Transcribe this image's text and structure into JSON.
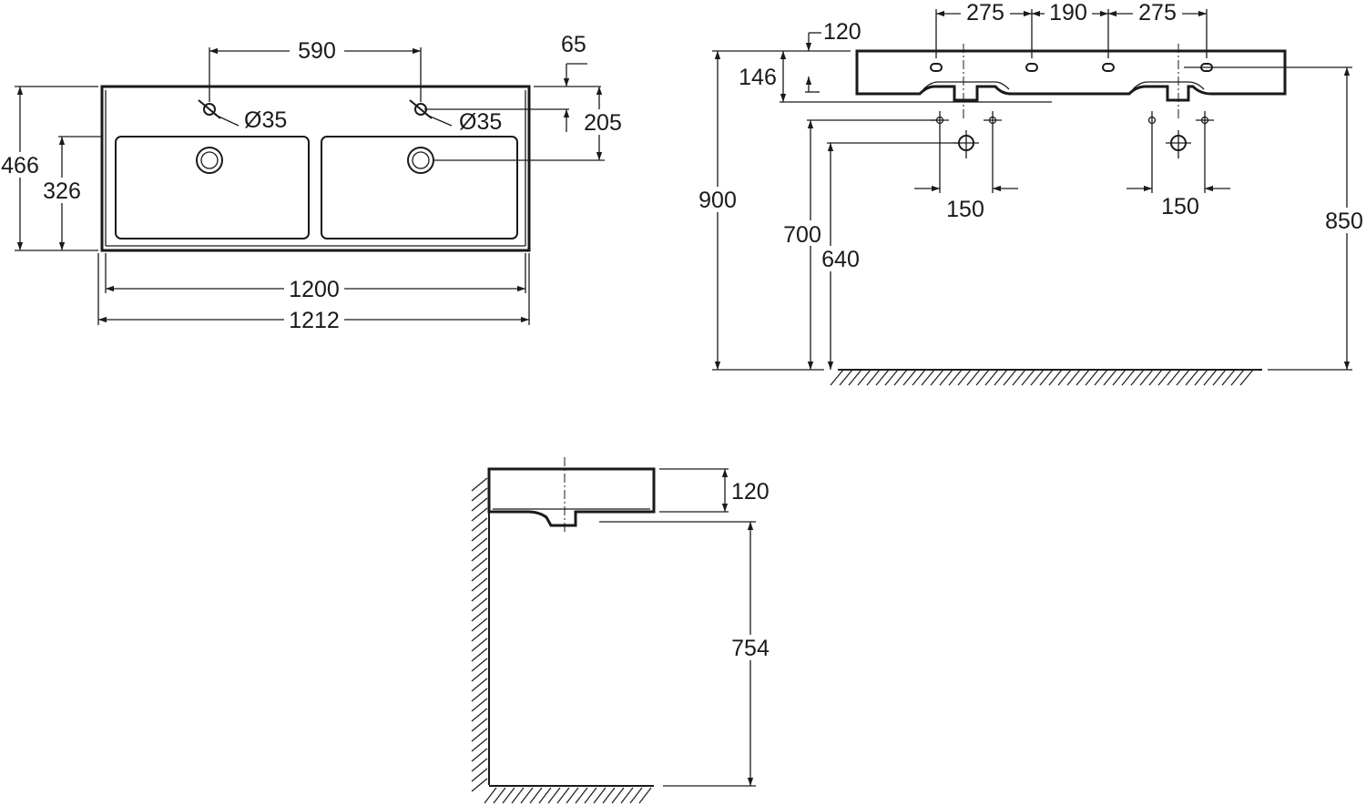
{
  "top_view": {
    "faucet_spacing": "590",
    "faucet_offset": "65",
    "hole_diameter_left": "Ø35",
    "hole_diameter_right": "Ø35",
    "drain_to_back": "205",
    "overall_depth": "466",
    "bowl_depth": "326",
    "inner_width": "1200",
    "overall_width": "1212"
  },
  "front_view": {
    "hole_spacing_left": "275",
    "hole_spacing_middle": "190",
    "hole_spacing_right": "275",
    "rim_thickness": "120",
    "basin_height": "146",
    "install_height": "900",
    "supply_height": "700",
    "drain_height": "640",
    "supply_spacing_left": "150",
    "supply_spacing_right": "150",
    "overall_height_right": "850"
  },
  "side_view": {
    "basin_height": "120",
    "underside_height": "754"
  }
}
